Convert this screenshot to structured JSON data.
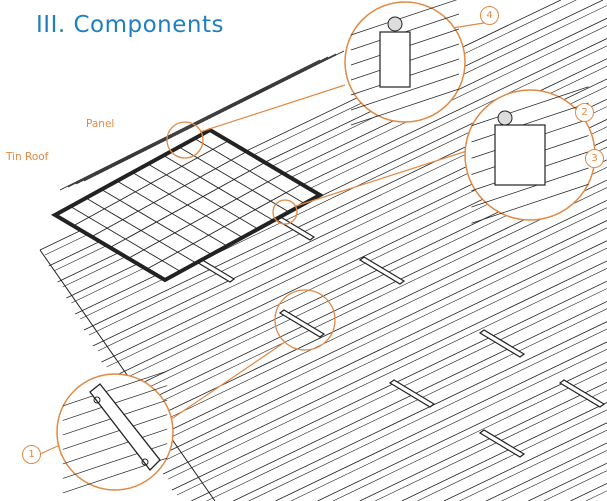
{
  "title": "III. Components",
  "labels": {
    "panel": "Panel",
    "tin_roof": "Tin Roof"
  },
  "callouts": [
    "1",
    "2",
    "3",
    "4"
  ],
  "colors": {
    "title": "#1f7fc0",
    "callout": "#e08a44",
    "line": "#222222"
  }
}
